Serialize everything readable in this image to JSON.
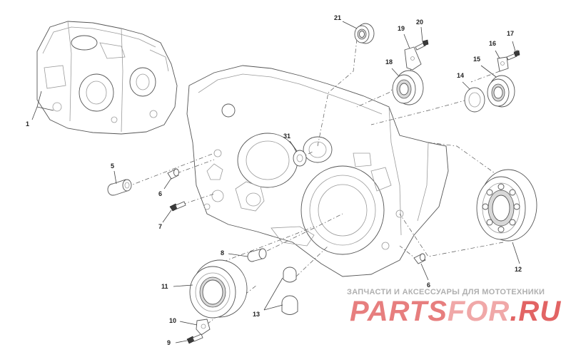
{
  "callouts": [
    {
      "id": "c1",
      "label": "1"
    },
    {
      "id": "c5",
      "label": "5"
    },
    {
      "id": "c6a",
      "label": "6"
    },
    {
      "id": "c7",
      "label": "7"
    },
    {
      "id": "c8",
      "label": "8"
    },
    {
      "id": "c9",
      "label": "9"
    },
    {
      "id": "c10",
      "label": "10"
    },
    {
      "id": "c11",
      "label": "11"
    },
    {
      "id": "c12",
      "label": "12"
    },
    {
      "id": "c13",
      "label": "13"
    },
    {
      "id": "c14",
      "label": "14"
    },
    {
      "id": "c15",
      "label": "15"
    },
    {
      "id": "c16",
      "label": "16"
    },
    {
      "id": "c17",
      "label": "17"
    },
    {
      "id": "c18",
      "label": "18"
    },
    {
      "id": "c19",
      "label": "19"
    },
    {
      "id": "c20",
      "label": "20"
    },
    {
      "id": "c21",
      "label": "21"
    },
    {
      "id": "c31",
      "label": "31"
    },
    {
      "id": "c6b",
      "label": "6"
    }
  ],
  "watermark": {
    "tagline": "ЗАПЧАСТИ И АКСЕССУАРЫ ДЛЯ МОТОТЕХНИКИ",
    "logo_part1": "PARTS",
    "logo_part2": "FOR",
    "logo_part3": ".RU",
    "colors": {
      "primary": "#e26464",
      "light": "#f0a8a8"
    }
  }
}
